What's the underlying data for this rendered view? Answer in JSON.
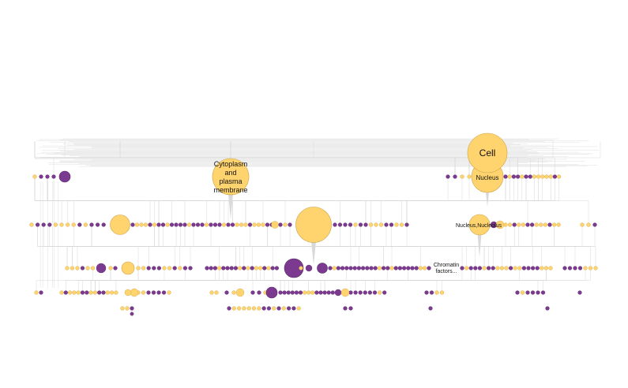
{
  "colors": {
    "background": "#ffffff",
    "node_yellow": "#ffd36e",
    "node_yellow_stroke": "#c9a54a",
    "node_purple": "#7b3a8f",
    "node_purple_stroke": "#5a2a6a",
    "edge": "#d8d8d8",
    "pointer": "#d9d9d9"
  },
  "labels": {
    "cell": "Cell",
    "nucleus": "Nucleus",
    "cytoplasm": [
      "Cytoplasm",
      "and",
      "plasma",
      "membrane"
    ],
    "nucleolus": "Nucleus,Nucleolus",
    "chromatin": [
      "Chromatin",
      "factors..."
    ]
  },
  "legend": []
}
